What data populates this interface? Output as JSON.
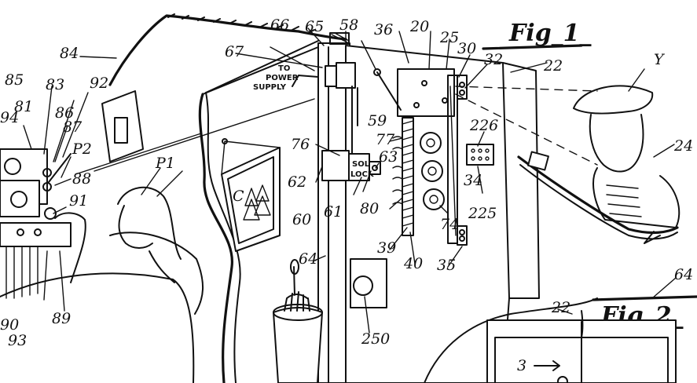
{
  "figure_titles": {
    "fig1": "Fig_1_",
    "fig2": "Fig_2_"
  },
  "text_notes": {
    "power_l1": "TO",
    "power_l2": "POWER",
    "power_l3": "SUPPLY",
    "sol_l1": "SOL",
    "sol_l2": "LOCK",
    "tree_letter": "C"
  },
  "labels": {
    "n66": "66",
    "n65": "65",
    "n58": "58",
    "n36": "36",
    "n20": "20",
    "n25": "25",
    "n30": "30",
    "n32": "32",
    "n22": "22",
    "nY": "Y",
    "n67": "67",
    "n84": "84",
    "n85": "85",
    "n83": "83",
    "n92": "92",
    "n81": "81",
    "n86": "86",
    "n87": "87",
    "n94": "94",
    "nP2": "P2",
    "nP1": "P1",
    "n88": "88",
    "n91": "91",
    "n90": "90",
    "n93": "93",
    "n89": "89",
    "n76": "76",
    "n77": "77",
    "n59": "59",
    "n62": "62",
    "n63": "63",
    "n60": "60",
    "n61": "61",
    "n80": "80",
    "n74": "74",
    "n34": "34",
    "n226": "226",
    "n225": "225",
    "n24": "24",
    "n64a": "64",
    "n64b": "64",
    "n39": "39",
    "n40": "40",
    "n35": "35",
    "n250": "250",
    "n22b": "22",
    "n3": "3"
  }
}
